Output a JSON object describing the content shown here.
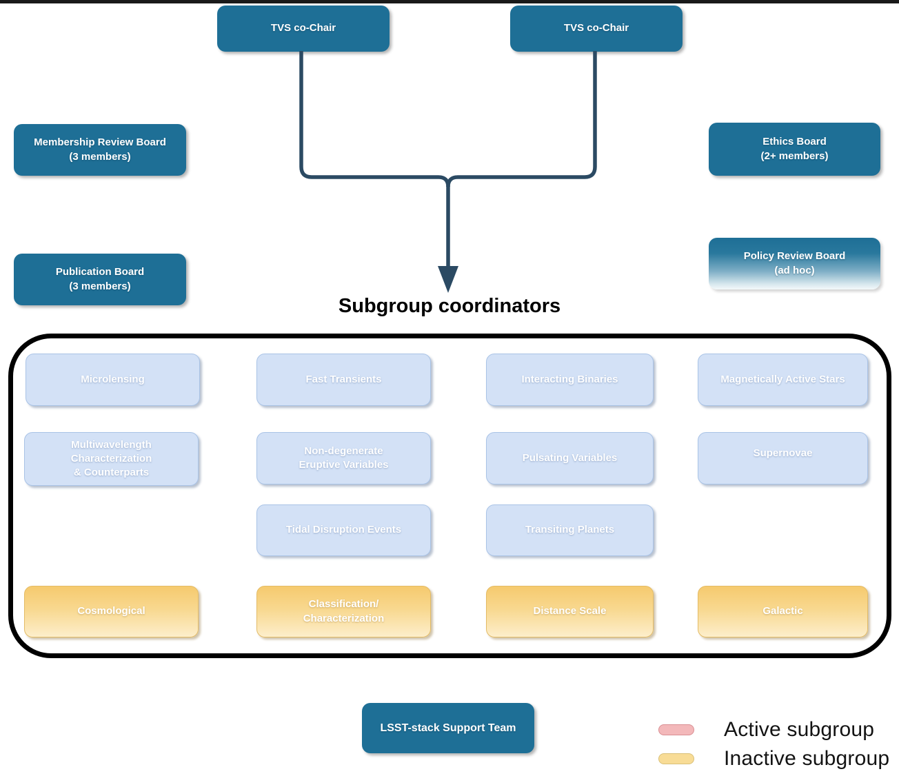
{
  "co_chairs": [
    {
      "label": "TVS co-Chair"
    },
    {
      "label": "TVS co-Chair"
    }
  ],
  "boards": [
    {
      "label": "Membership Review Board\n(3 members)"
    },
    {
      "label": "Ethics Board\n(2+ members)"
    },
    {
      "label": "Publication Board\n(3 members)"
    },
    {
      "label": "Policy Review Board\n(ad hoc)"
    }
  ],
  "subgroups": {
    "title": "Subgroup coordinators",
    "blue": [
      {
        "label": "Microlensing"
      },
      {
        "label": "Fast Transients"
      },
      {
        "label": "Interacting Binaries"
      },
      {
        "label": "Magnetically Active Stars"
      },
      {
        "label": "Multiwavelength\nCharacterization\n& Counterparts"
      },
      {
        "label": "Non-degenerate\nEruptive Variables"
      },
      {
        "label": "Pulsating Variables"
      },
      {
        "label": "Supernovae"
      },
      {
        "label": "Tidal Disruption Events"
      },
      {
        "label": "Transiting Planets"
      }
    ],
    "yellow": [
      {
        "label": "Cosmological"
      },
      {
        "label": "Classification/\nCharacterization"
      },
      {
        "label": "Distance Scale"
      },
      {
        "label": "Galactic"
      }
    ]
  },
  "support_team": {
    "label": "LSST-stack Support Team"
  },
  "legend": {
    "items": [
      {
        "label": "Active subgroup",
        "color": "#f3b8ba"
      },
      {
        "label": "Inactive subgroup",
        "color": "#f8dc96"
      }
    ]
  },
  "colors": {
    "board_teal": "#1e6f96",
    "connector_navy": "#2b4a63",
    "subgroup_blue_fill": "#d3e1f6",
    "subgroup_blue_border": "#a9c3e6",
    "subgroup_yellow_top": "#f6ca6e",
    "subgroup_yellow_bottom": "#fdeecb",
    "container_border": "#000000"
  }
}
